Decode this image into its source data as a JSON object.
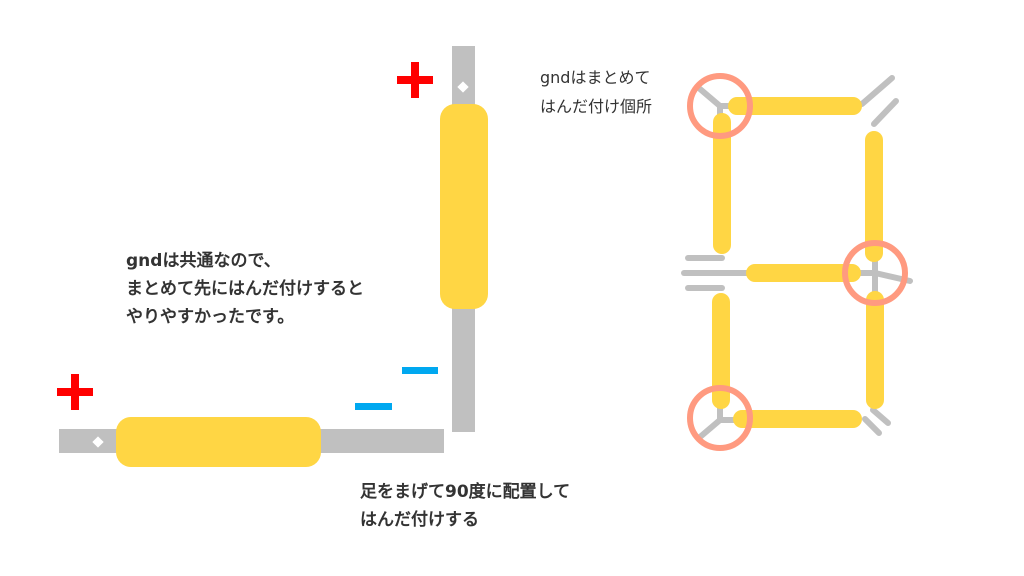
{
  "colors": {
    "lead": "#c0c0c0",
    "body": "#ffd644",
    "plus": "#ff0000",
    "minus": "#00a8f0",
    "highlight": "#ff9a80",
    "text": "#333333"
  },
  "symbols": {
    "plus": "+",
    "minus": "−"
  },
  "notes": {
    "gnd_common": [
      "gndは共通なので、",
      "まとめて先にはんだ付けすると",
      "やりやすかったです。"
    ],
    "bend_90": [
      "足をまげて90度に配置して",
      "はんだ付けする"
    ],
    "gnd_points": [
      "gndはまとめて",
      "はんだ付け個所"
    ]
  }
}
